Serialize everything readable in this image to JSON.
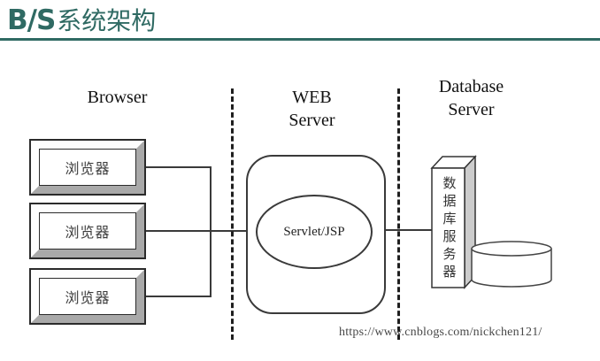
{
  "title": {
    "latin": "B/S",
    "chinese": "系统架构"
  },
  "headers": {
    "browser": "Browser",
    "web_server": [
      "WEB",
      "Server"
    ],
    "database_server": [
      "Database",
      "Server"
    ]
  },
  "nodes": {
    "browsers": [
      "浏览器",
      "浏览器",
      "浏览器"
    ],
    "servlet": "Servlet/JSP",
    "database": "数据库服务器"
  },
  "footer": {
    "url": "https://www.cnblogs.com/nickchen121/"
  },
  "colors": {
    "accent": "#2F6A63",
    "stroke": "#333333",
    "bevel_shadow": "#a9a9a9",
    "db_side_face": "#cccccc",
    "shape_fill": "#ffffff"
  }
}
